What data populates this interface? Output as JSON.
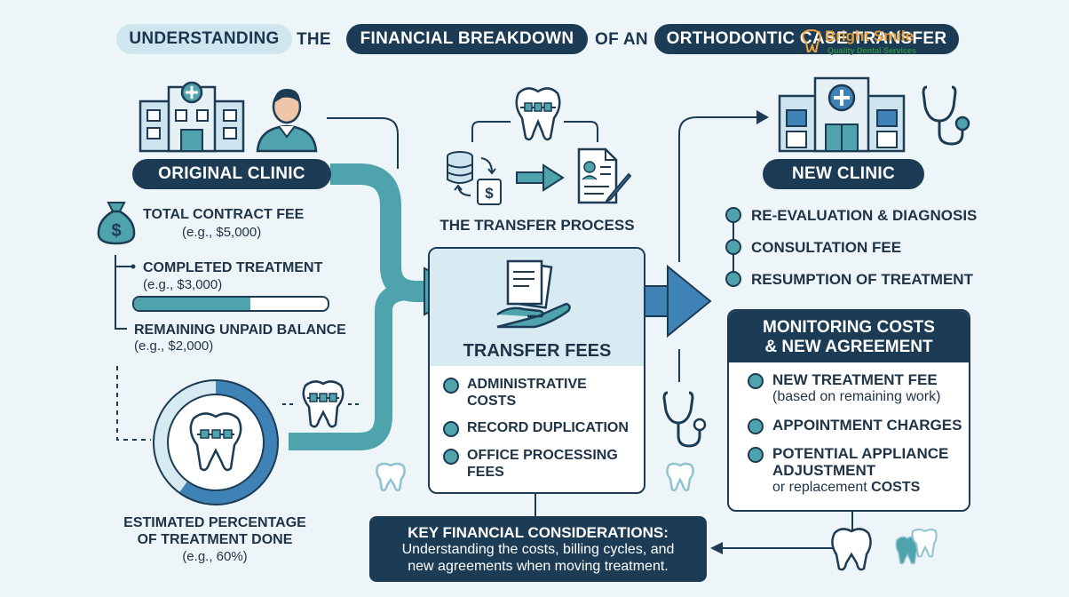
{
  "title": {
    "part1": "UNDERSTANDING",
    "part2": "THE",
    "part3": "FINANCIAL BREAKDOWN",
    "part4": "OF AN",
    "part5": "ORTHODONTIC CASE TRANSFER"
  },
  "logo": {
    "name": "Bright Smile",
    "tagline": "Quality Dental Services"
  },
  "original_clinic": {
    "heading": "ORIGINAL CLINIC",
    "total_fee_label": "TOTAL CONTRACT FEE",
    "total_fee_example": "(e.g., $5,000)",
    "completed_label": "COMPLETED TREATMENT",
    "completed_example": "(e.g., $3,000)",
    "completed_progress": 0.6,
    "remaining_label": "REMAINING UNPAID BALANCE",
    "remaining_example": "(e.g., $2,000)",
    "estimate_line1": "ESTIMATED PERCENTAGE",
    "estimate_line2": "OF TREATMENT DONE",
    "estimate_example": "(e.g., 60%)",
    "percent_done": 0.6
  },
  "transfer_process": {
    "heading": "THE TRANSFER PROCESS"
  },
  "transfer_fees": {
    "heading": "TRANSFER FEES",
    "items": [
      {
        "line1": "ADMINISTRATIVE",
        "line2": "COSTS"
      },
      {
        "line1": "RECORD DUPLICATION",
        "line2": ""
      },
      {
        "line1": "OFFICE PROCESSING",
        "line2": "FEES"
      }
    ]
  },
  "new_clinic": {
    "heading": "NEW CLINIC",
    "items": [
      "RE-EVALUATION & DIAGNOSIS",
      "CONSULTATION FEE",
      "RESUMPTION OF TREATMENT"
    ]
  },
  "monitoring": {
    "heading_line1": "MONITORING COSTS",
    "heading_line2": "& NEW AGREEMENT",
    "items": [
      {
        "line1": "NEW TREATMENT FEE",
        "line2": "(based on remaining work)"
      },
      {
        "line1": "APPOINTMENT CHARGES",
        "line2": ""
      },
      {
        "line1": "POTENTIAL APPLIANCE",
        "line2": "ADJUSTMENT"
      }
    ],
    "last_line_prefix": "or replacement",
    "last_line_suffix": "COSTS"
  },
  "key_considerations": {
    "heading": "KEY FINANCIAL CONSIDERATIONS:",
    "line1": "Understanding the costs, billing cycles, and",
    "line2": "new agreements when moving treatment."
  },
  "colors": {
    "navy": "#1c3b55",
    "teal": "#4fa3ad",
    "blue": "#3f82b5",
    "light_panel": "#d8ebf2",
    "background": "#eef5f8"
  }
}
